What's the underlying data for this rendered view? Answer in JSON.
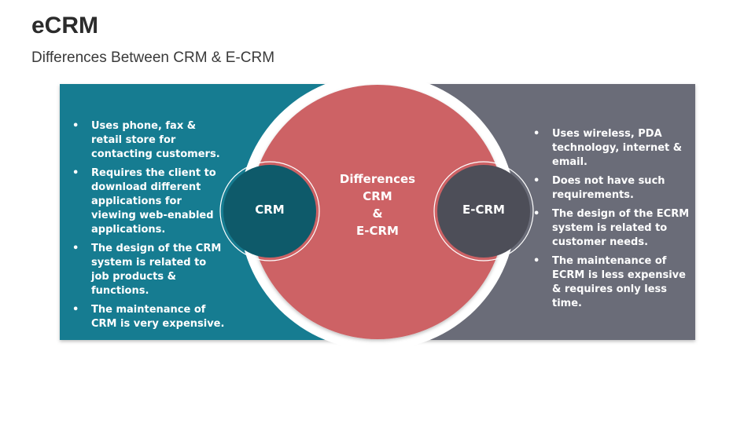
{
  "title": "eCRM",
  "subtitle": "Differences Between CRM & E-CRM",
  "center": {
    "lines": [
      "Differences",
      "CRM",
      "&",
      "E-CRM"
    ]
  },
  "crm": {
    "label": "CRM",
    "points": [
      "Uses phone, fax & retail store for contacting customers.",
      "Requires the client to download different applications for viewing web-enabled applications.",
      "The design of the CRM system is related to job products & functions.",
      "The maintenance of CRM is very expensive."
    ]
  },
  "ecrm": {
    "label": "E-CRM",
    "points": [
      "Uses wireless, PDA technology, internet & email.",
      "Does not have such requirements.",
      "The design of the ECRM system is related to customer needs.",
      "The maintenance of ECRM is less expensive & requires only less time."
    ]
  },
  "colors": {
    "teal_panel": "#167b91",
    "teal_circle": "#0e5a6a",
    "gray_panel": "#6b6c78",
    "gray_circle": "#4d4e58",
    "center_circle": "#cd6265"
  }
}
